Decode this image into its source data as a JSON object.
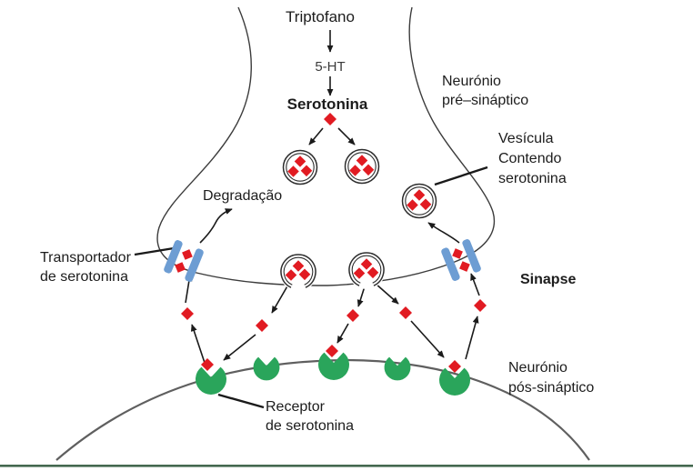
{
  "diagram": {
    "pathway": {
      "precursor": "Triptofano",
      "intermediate": "5-HT",
      "product": "Serotonina"
    },
    "labels": {
      "presynaptic_neuron": [
        "Neurónio",
        "pré–sináptico"
      ],
      "vesicle": [
        "Vesícula",
        "Contendo",
        "serotonina"
      ],
      "degradation": "Degradação",
      "transporter": [
        "Transportador",
        "de serotonina"
      ],
      "synapse": "Sinapse",
      "postsynaptic_neuron": [
        "Neurónio",
        "pós-sináptico"
      ],
      "receptor": [
        "Receptor",
        "de serotonina"
      ]
    },
    "colors": {
      "serotonin": "#e11b22",
      "receptor": "#2aa55b",
      "transporter": "#6d9dd3",
      "membrane": "#3c3c3c",
      "post_membrane": "#5f5f5f",
      "arrow": "#1a1a1a",
      "footer_rule": "#44684f"
    }
  }
}
